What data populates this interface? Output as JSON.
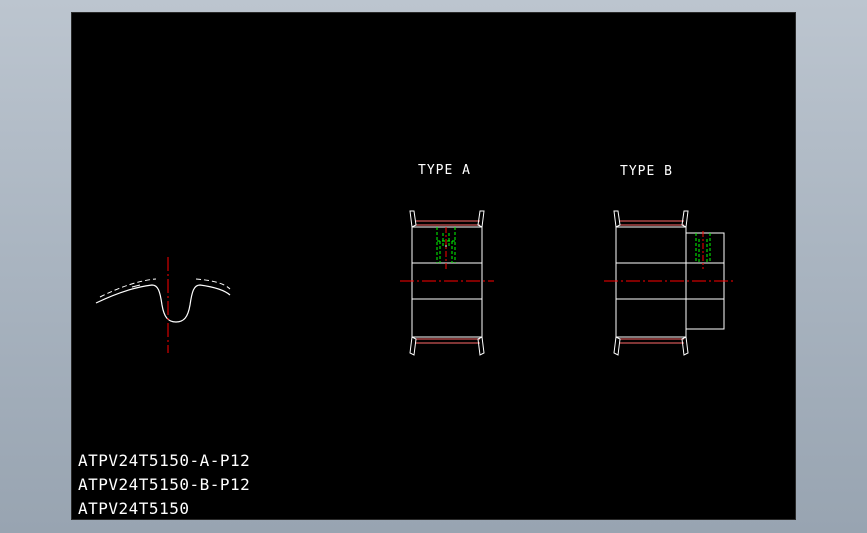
{
  "drawing": {
    "views": {
      "type_a": {
        "title": "TYPE A"
      },
      "type_b": {
        "title": "TYPE B"
      }
    },
    "part_numbers": [
      "ATPV24T5150-A-P12",
      "ATPV24T5150-B-P12",
      "ATPV24T5150"
    ],
    "colors": {
      "background": "#000000",
      "outline": "#ffffff",
      "centerline": "#ff0000",
      "hidden_line": "#00ff00",
      "flange": "#ff6a6a"
    }
  }
}
